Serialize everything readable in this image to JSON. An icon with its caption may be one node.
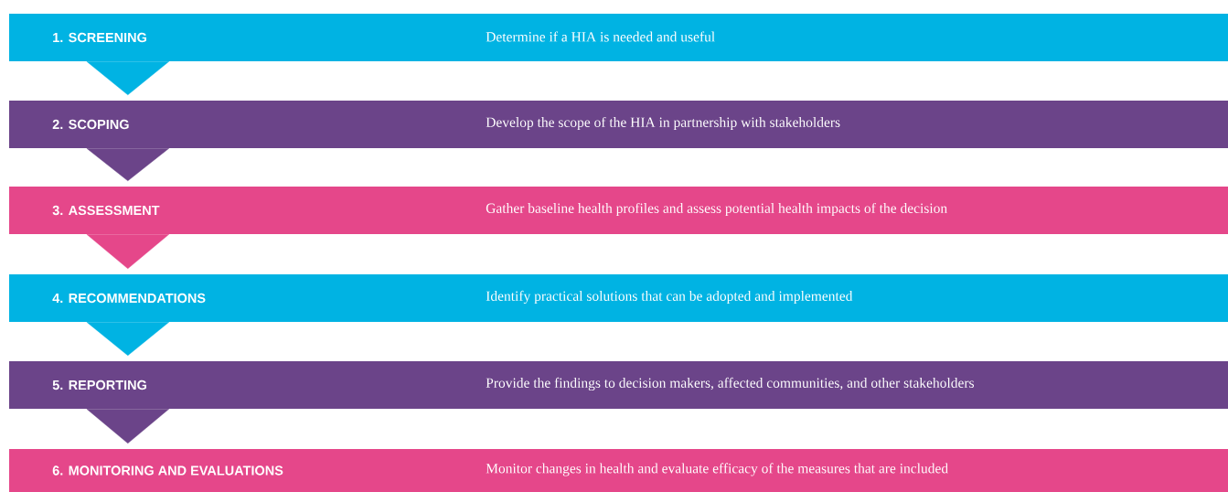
{
  "diagram": {
    "nodes": [
      {
        "text": [
          "1. SCREENING",
          "Determine if a HIA is needed and useful"
        ]
      },
      {
        "text": [
          "2. SCOPING",
          "Develop the scope of the HIA in partnership with stakeholders"
        ]
      },
      {
        "text": [
          "3. ASSESSMENT",
          "Gather baseline health profiles and assess potential health impacts of the decision"
        ]
      },
      {
        "text": [
          "4. RECOMMENDATIONS",
          "Identify practical solutions that can be adopted and implemented"
        ]
      },
      {
        "text": [
          "5. REPORTING",
          "Provide the findings to decision makers, affected communities, and other stakeholders"
        ]
      },
      {
        "text": [
          "6. MONITORING AND EVALUATIONS",
          "Monitor changes in health and evaluate efficacy of the measures that are included"
        ]
      }
    ],
    "edges": [
      {
        "from": 0,
        "to": 1,
        "arrow": "to",
        "color": "#00b3e3"
      },
      {
        "from": 1,
        "to": 2,
        "arrow": "to",
        "color": "#6b4489"
      },
      {
        "from": 2,
        "to": 3,
        "arrow": "to",
        "color": "#e5478a"
      },
      {
        "from": 3,
        "to": 4,
        "arrow": "to",
        "color": "#00b3e3"
      },
      {
        "from": 4,
        "to": 5,
        "arrow": "to",
        "color": "#6b4489"
      }
    ]
  }
}
